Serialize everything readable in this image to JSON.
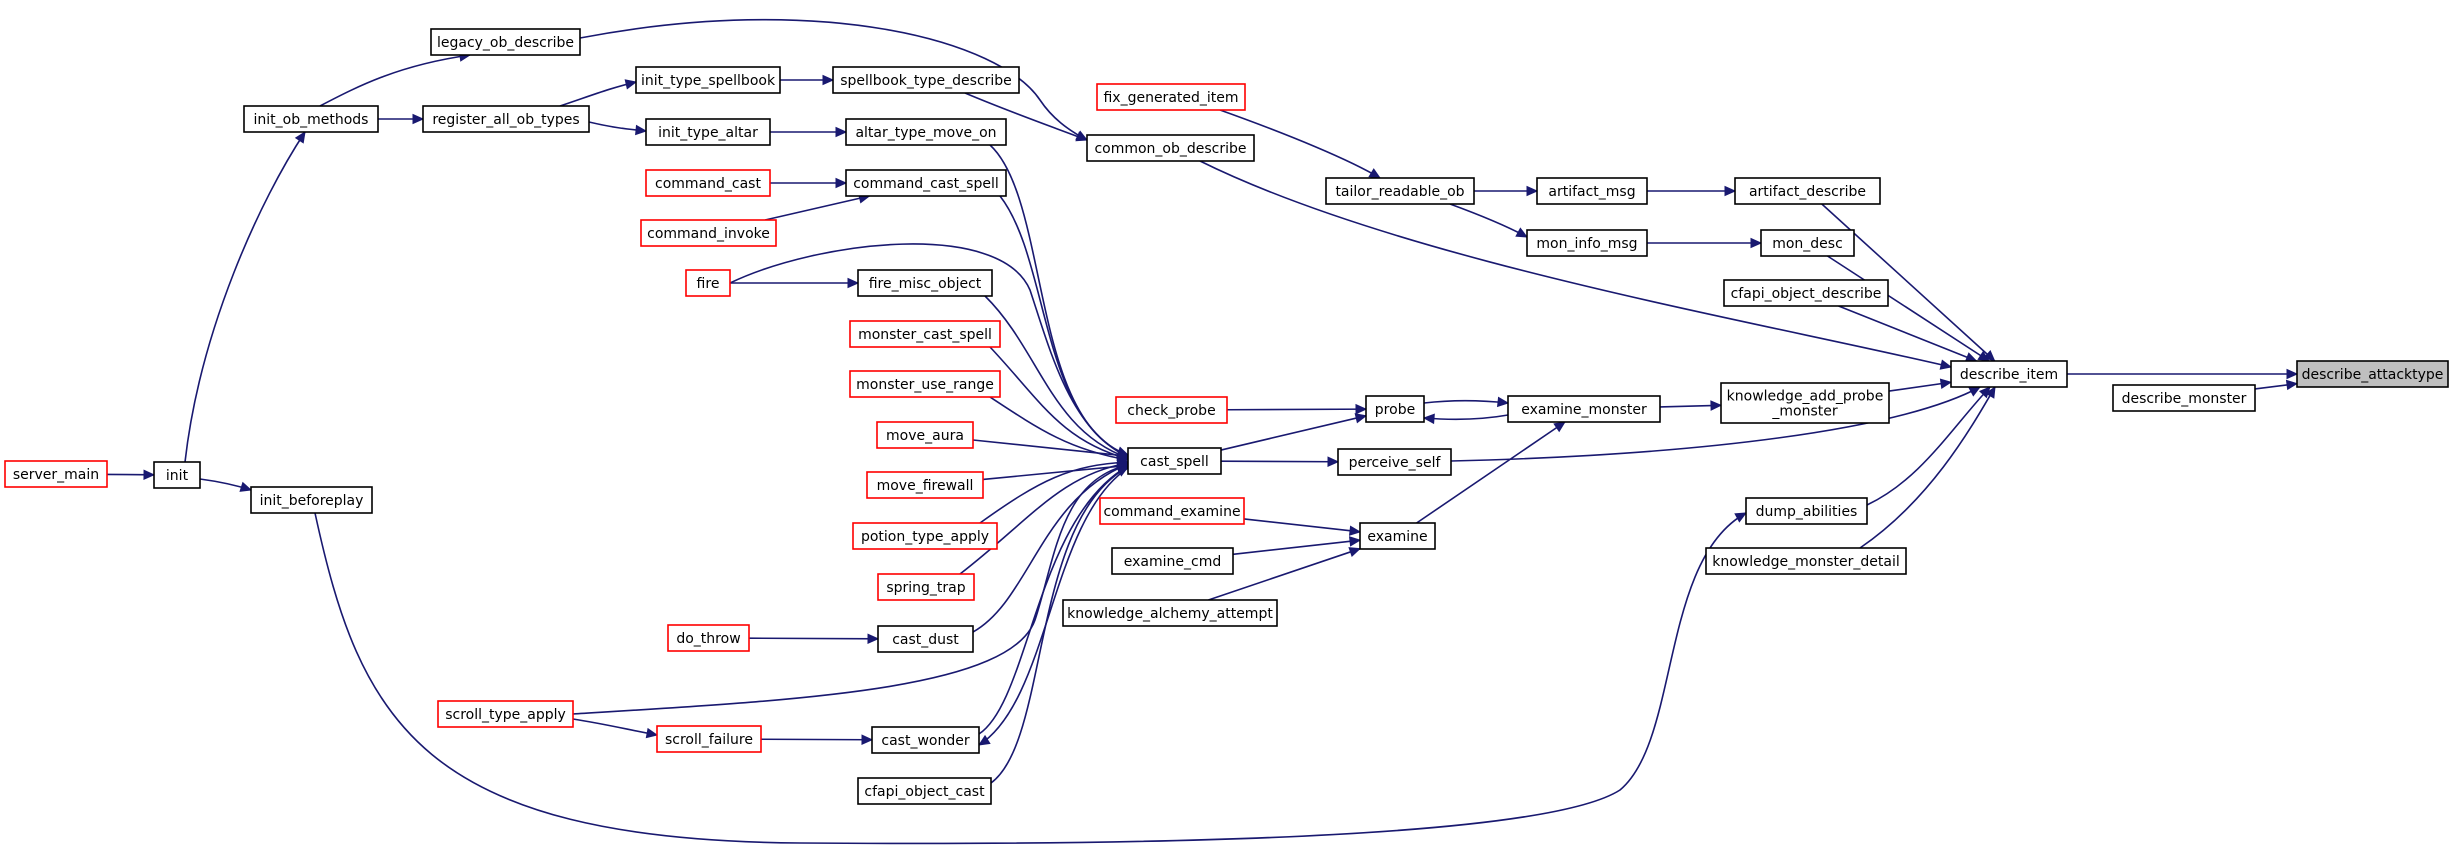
{
  "nodes": [
    {
      "id": "describe_attacktype",
      "label": "describe_attacktype",
      "style": "root"
    },
    {
      "id": "describe_item",
      "label": "describe_item",
      "style": "black"
    },
    {
      "id": "describe_monster",
      "label": "describe_monster",
      "style": "black"
    },
    {
      "id": "artifact_describe",
      "label": "artifact_describe",
      "style": "black"
    },
    {
      "id": "mon_desc",
      "label": "mon_desc",
      "style": "black"
    },
    {
      "id": "cfapi_object_describe",
      "label": "cfapi_object_describe",
      "style": "black"
    },
    {
      "id": "knowledge_add_probe_monster",
      "label": [
        "knowledge_add_probe",
        "_monster"
      ],
      "style": "black"
    },
    {
      "id": "dump_abilities",
      "label": "dump_abilities",
      "style": "black"
    },
    {
      "id": "knowledge_monster_detail",
      "label": "knowledge_monster_detail",
      "style": "black"
    },
    {
      "id": "artifact_msg",
      "label": "artifact_msg",
      "style": "black"
    },
    {
      "id": "mon_info_msg",
      "label": "mon_info_msg",
      "style": "black"
    },
    {
      "id": "tailor_readable_ob",
      "label": "tailor_readable_ob",
      "style": "black"
    },
    {
      "id": "fix_generated_item",
      "label": "fix_generated_item",
      "style": "red"
    },
    {
      "id": "common_ob_describe",
      "label": "common_ob_describe",
      "style": "black"
    },
    {
      "id": "examine_monster",
      "label": "examine_monster",
      "style": "black"
    },
    {
      "id": "probe",
      "label": "probe",
      "style": "black"
    },
    {
      "id": "check_probe",
      "label": "check_probe",
      "style": "red"
    },
    {
      "id": "perceive_self",
      "label": "perceive_self",
      "style": "black"
    },
    {
      "id": "examine",
      "label": "examine",
      "style": "black"
    },
    {
      "id": "command_examine",
      "label": "command_examine",
      "style": "red"
    },
    {
      "id": "examine_cmd",
      "label": "examine_cmd",
      "style": "black"
    },
    {
      "id": "knowledge_alchemy_attempt",
      "label": "knowledge_alchemy_attempt",
      "style": "black"
    },
    {
      "id": "cast_spell",
      "label": "cast_spell",
      "style": "black"
    },
    {
      "id": "legacy_ob_describe",
      "label": "legacy_ob_describe",
      "style": "black"
    },
    {
      "id": "init_type_spellbook",
      "label": "init_type_spellbook",
      "style": "black"
    },
    {
      "id": "spellbook_type_describe",
      "label": "spellbook_type_describe",
      "style": "black"
    },
    {
      "id": "init_type_altar",
      "label": "init_type_altar",
      "style": "black"
    },
    {
      "id": "altar_type_move_on",
      "label": "altar_type_move_on",
      "style": "black"
    },
    {
      "id": "command_cast",
      "label": "command_cast",
      "style": "red"
    },
    {
      "id": "command_cast_spell",
      "label": "command_cast_spell",
      "style": "black"
    },
    {
      "id": "command_invoke",
      "label": "command_invoke",
      "style": "red"
    },
    {
      "id": "fire",
      "label": "fire",
      "style": "red"
    },
    {
      "id": "fire_misc_object",
      "label": "fire_misc_object",
      "style": "black"
    },
    {
      "id": "monster_cast_spell",
      "label": "monster_cast_spell",
      "style": "red"
    },
    {
      "id": "monster_use_range",
      "label": "monster_use_range",
      "style": "red"
    },
    {
      "id": "move_aura",
      "label": "move_aura",
      "style": "red"
    },
    {
      "id": "move_firewall",
      "label": "move_firewall",
      "style": "red"
    },
    {
      "id": "potion_type_apply",
      "label": "potion_type_apply",
      "style": "red"
    },
    {
      "id": "spring_trap",
      "label": "spring_trap",
      "style": "red"
    },
    {
      "id": "do_throw",
      "label": "do_throw",
      "style": "red"
    },
    {
      "id": "cast_dust",
      "label": "cast_dust",
      "style": "black"
    },
    {
      "id": "scroll_type_apply",
      "label": "scroll_type_apply",
      "style": "red"
    },
    {
      "id": "scroll_failure",
      "label": "scroll_failure",
      "style": "red"
    },
    {
      "id": "cast_wonder",
      "label": "cast_wonder",
      "style": "black"
    },
    {
      "id": "cfapi_object_cast",
      "label": "cfapi_object_cast",
      "style": "black"
    },
    {
      "id": "init_ob_methods",
      "label": "init_ob_methods",
      "style": "black"
    },
    {
      "id": "register_all_ob_types",
      "label": "register_all_ob_types",
      "style": "black"
    },
    {
      "id": "init",
      "label": "init",
      "style": "black"
    },
    {
      "id": "init_beforeplay",
      "label": "init_beforeplay",
      "style": "black"
    },
    {
      "id": "server_main",
      "label": "server_main",
      "style": "red"
    }
  ],
  "edges": [
    {
      "from": "describe_item",
      "to": "describe_attacktype"
    },
    {
      "from": "describe_monster",
      "to": "describe_attacktype"
    },
    {
      "from": "artifact_describe",
      "to": "describe_item"
    },
    {
      "from": "mon_desc",
      "to": "describe_item"
    },
    {
      "from": "cfapi_object_describe",
      "to": "describe_item"
    },
    {
      "from": "knowledge_add_probe_monster",
      "to": "describe_item"
    },
    {
      "from": "dump_abilities",
      "to": "describe_item"
    },
    {
      "from": "knowledge_monster_detail",
      "to": "describe_item"
    },
    {
      "from": "common_ob_describe",
      "to": "describe_item"
    },
    {
      "from": "perceive_self",
      "to": "describe_item"
    },
    {
      "from": "artifact_msg",
      "to": "artifact_describe"
    },
    {
      "from": "mon_info_msg",
      "to": "mon_desc"
    },
    {
      "from": "tailor_readable_ob",
      "to": "artifact_msg"
    },
    {
      "from": "tailor_readable_ob",
      "to": "mon_info_msg"
    },
    {
      "from": "fix_generated_item",
      "to": "tailor_readable_ob"
    },
    {
      "from": "examine_monster",
      "to": "knowledge_add_probe_monster"
    },
    {
      "from": "probe",
      "to": "examine_monster"
    },
    {
      "from": "examine_monster",
      "to": "probe"
    },
    {
      "from": "examine",
      "to": "examine_monster"
    },
    {
      "from": "check_probe",
      "to": "probe"
    },
    {
      "from": "cast_spell",
      "to": "probe"
    },
    {
      "from": "cast_spell",
      "to": "perceive_self"
    },
    {
      "from": "command_examine",
      "to": "examine"
    },
    {
      "from": "examine_cmd",
      "to": "examine"
    },
    {
      "from": "knowledge_alchemy_attempt",
      "to": "examine"
    },
    {
      "from": "legacy_ob_describe",
      "to": "common_ob_describe"
    },
    {
      "from": "spellbook_type_describe",
      "to": "common_ob_describe"
    },
    {
      "from": "init_type_spellbook",
      "to": "spellbook_type_describe"
    },
    {
      "from": "init_type_altar",
      "to": "altar_type_move_on"
    },
    {
      "from": "command_cast",
      "to": "command_cast_spell"
    },
    {
      "from": "command_invoke",
      "to": "command_cast_spell"
    },
    {
      "from": "fire",
      "to": "fire_misc_object"
    },
    {
      "from": "do_throw",
      "to": "cast_dust"
    },
    {
      "from": "scroll_failure",
      "to": "cast_wonder"
    },
    {
      "from": "scroll_type_apply",
      "to": "scroll_failure"
    },
    {
      "from": "altar_type_move_on",
      "to": "cast_spell"
    },
    {
      "from": "command_cast_spell",
      "to": "cast_spell"
    },
    {
      "from": "fire",
      "to": "cast_spell"
    },
    {
      "from": "fire_misc_object",
      "to": "cast_spell"
    },
    {
      "from": "monster_cast_spell",
      "to": "cast_spell"
    },
    {
      "from": "monster_use_range",
      "to": "cast_spell"
    },
    {
      "from": "move_aura",
      "to": "cast_spell"
    },
    {
      "from": "move_firewall",
      "to": "cast_spell"
    },
    {
      "from": "potion_type_apply",
      "to": "cast_spell"
    },
    {
      "from": "spring_trap",
      "to": "cast_spell"
    },
    {
      "from": "cast_dust",
      "to": "cast_spell"
    },
    {
      "from": "scroll_type_apply",
      "to": "cast_spell"
    },
    {
      "from": "cast_wonder",
      "to": "cast_spell"
    },
    {
      "from": "cast_spell",
      "to": "cast_wonder"
    },
    {
      "from": "cfapi_object_cast",
      "to": "cast_spell"
    },
    {
      "from": "init_ob_methods",
      "to": "legacy_ob_describe"
    },
    {
      "from": "init_ob_methods",
      "to": "register_all_ob_types"
    },
    {
      "from": "register_all_ob_types",
      "to": "init_type_spellbook"
    },
    {
      "from": "register_all_ob_types",
      "to": "init_type_altar"
    },
    {
      "from": "init",
      "to": "init_ob_methods"
    },
    {
      "from": "init",
      "to": "init_beforeplay"
    },
    {
      "from": "server_main",
      "to": "init"
    },
    {
      "from": "init_beforeplay",
      "to": "dump_abilities"
    }
  ]
}
